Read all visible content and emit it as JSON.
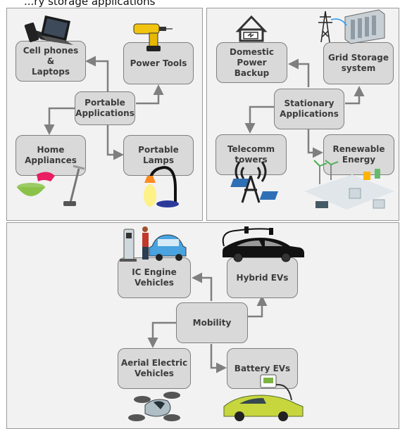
{
  "title": "...ry storage applications",
  "portable": {
    "hub": "Portable\nApplications",
    "cell_phones": "Cell phones &\nLaptops",
    "power_tools": "Power Tools",
    "home_appliances": "Home\nAppliances",
    "portable_lamps": "Portable\nLamps"
  },
  "stationary": {
    "hub": "Stationary\nApplications",
    "domestic": "Domestic\nPower Backup",
    "grid": "Grid Storage\nsystem",
    "telecomm": "Telecomm\ntowers",
    "renewable": "Renewable\nEnergy"
  },
  "mobility": {
    "hub": "Mobility",
    "ic_engine": "IC Engine\nVehicles",
    "hybrid": "Hybrid EVs",
    "aerial": "Aerial Electric\nVehicles",
    "battery": "Battery EVs"
  },
  "colors": {
    "panel": "#f2f2f2",
    "node": "#d9d9d9",
    "node_border": "#7f7f7f",
    "arrow": "#7f7f7f",
    "text": "#3c3c3c"
  }
}
